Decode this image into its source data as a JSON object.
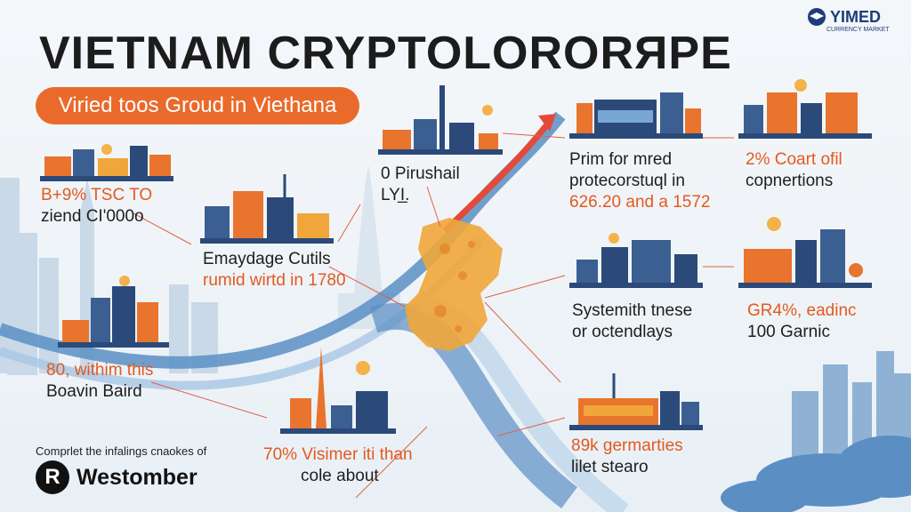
{
  "header": {
    "title": "VIETNAM CRYPTOLORORЯPE",
    "subtitle": "Viried toos Groud in Viethana",
    "logo_text": "YIMED",
    "logo_sub": "CURRENCY MARKET"
  },
  "labels": {
    "l1_line1": "B+9% TSC TO",
    "l1_line2": "ziend CI'000o",
    "l2_line1": "Emaydage Cutils",
    "l2_line2": "rumid wirtd in 1780",
    "l3_line1": "0 Pirushail",
    "l3_line2": "LYI̲.",
    "l4_line1": "80, withim this",
    "l4_line2": "Boavin Baird",
    "l5_line1": "70% Visimer iti than",
    "l5_line2": "cole about",
    "r1_line1": "Prim for mred",
    "r1_line2": "protecorstuql in",
    "r1_line3": "626.20 and a 1572",
    "r2_line1": "2% Coart ofil",
    "r2_line2": "copnertions",
    "r3_line1": "Systemith tnese",
    "r3_line2": "or octendlays",
    "r4_line1": "GR4%, eadinc",
    "r4_line2": "100 Garnic",
    "r5_line1": "89k germarties",
    "r5_line2": "lilet stearo"
  },
  "footer": {
    "note": "Comprlet the infalings cnaokes of",
    "brand": "Westomber",
    "brand_mark": "R"
  },
  "colors": {
    "accent_orange": "#ea6a2b",
    "navy": "#1f3c7a",
    "blue_wave": "#5b8fc4",
    "map_orange": "#f0a63a"
  }
}
